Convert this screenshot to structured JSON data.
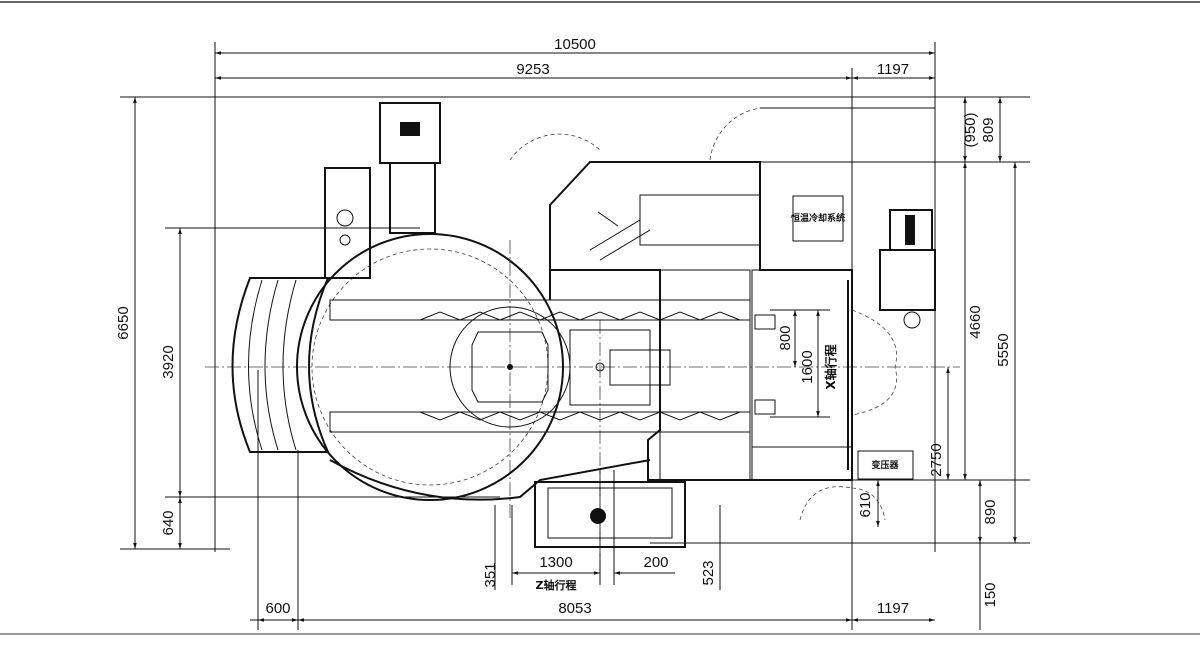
{
  "drawing": {
    "top_dims": {
      "overall": "10500",
      "main": "9253",
      "right": "1197"
    },
    "left_dims": {
      "overall": "6650",
      "mid": "3920",
      "bottom": "640"
    },
    "right_dims": {
      "top_paren": "(950)",
      "top": "809",
      "mid": "4660",
      "overall": "5550",
      "lower": "2750",
      "bottom": "890",
      "base": "150",
      "inner": "610"
    },
    "bottom_dims": {
      "left": "600",
      "main": "8053",
      "right": "1197",
      "a": "351",
      "z_travel": "1300",
      "b": "200",
      "c": "523"
    },
    "x_dims": {
      "half": "800",
      "full": "1600"
    },
    "labels": {
      "x_travel": "X轴行程",
      "z_travel": "Z轴行程",
      "cooling_system": "恒温冷却系统",
      "transformer": "变压器"
    }
  }
}
